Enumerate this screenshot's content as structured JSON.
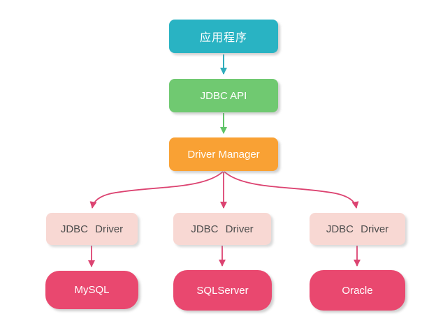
{
  "diagram": {
    "background_color": "#ffffff",
    "nodes": {
      "app": {
        "label": "应用程序",
        "fill": "#29b3c3",
        "text_color": "#ffffff"
      },
      "jdbc_api": {
        "label": "JDBC API",
        "fill": "#70c971",
        "text_color": "#ffffff"
      },
      "driver_manager": {
        "label": "Driver Manager",
        "fill": "#f9a134",
        "text_color": "#ffffff"
      },
      "jdbc_driver_left": {
        "label": "JDBC Driver",
        "fill": "#f8d8d3",
        "text_color": "#4d4d4d"
      },
      "jdbc_driver_middle": {
        "label": "JDBC Driver",
        "fill": "#f8d8d3",
        "text_color": "#4d4d4d"
      },
      "jdbc_driver_right": {
        "label": "JDBC Driver",
        "fill": "#f8d8d3",
        "text_color": "#4d4d4d"
      },
      "mysql": {
        "label": "MySQL",
        "fill": "#e9486f",
        "text_color": "#ffffff"
      },
      "sqlserver": {
        "label": "SQLServer",
        "fill": "#e9486f",
        "text_color": "#ffffff"
      },
      "oracle": {
        "label": "Oracle",
        "fill": "#e9486f",
        "text_color": "#ffffff"
      }
    },
    "edges": [
      {
        "from": "app",
        "to": "jdbc_api",
        "color": "#2fadbc",
        "style": "straight-arrow"
      },
      {
        "from": "jdbc_api",
        "to": "driver_manager",
        "color": "#5fc468",
        "style": "straight-arrow"
      },
      {
        "from": "driver_manager",
        "to": "jdbc_driver_left",
        "color": "#dc4371",
        "style": "curved-arrow"
      },
      {
        "from": "driver_manager",
        "to": "jdbc_driver_middle",
        "color": "#dc4371",
        "style": "straight-arrow"
      },
      {
        "from": "driver_manager",
        "to": "jdbc_driver_right",
        "color": "#dc4371",
        "style": "curved-arrow"
      },
      {
        "from": "jdbc_driver_left",
        "to": "mysql",
        "color": "#dc4371",
        "style": "straight-arrow"
      },
      {
        "from": "jdbc_driver_middle",
        "to": "sqlserver",
        "color": "#dc4371",
        "style": "straight-arrow"
      },
      {
        "from": "jdbc_driver_right",
        "to": "oracle",
        "color": "#dc4371",
        "style": "straight-arrow"
      }
    ]
  }
}
